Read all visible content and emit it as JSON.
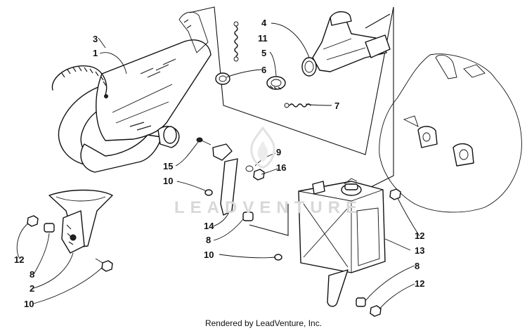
{
  "diagram": {
    "callouts": {
      "c3": "3",
      "c1": "1",
      "c4": "4",
      "c11": "11",
      "c5": "5",
      "c6": "6",
      "c7": "7",
      "c9": "9",
      "c16": "16",
      "c15": "15",
      "c10a": "10",
      "c14": "14",
      "c8a": "8",
      "c10b": "10",
      "c12a": "12",
      "c13": "13",
      "c8b": "8",
      "c12b": "12",
      "c12c": "12",
      "c8c": "8",
      "c2": "2",
      "c10c": "10"
    },
    "watermark_text": "LEADVENTURE"
  },
  "footer": {
    "credit": "Rendered by LeadVenture, Inc."
  }
}
